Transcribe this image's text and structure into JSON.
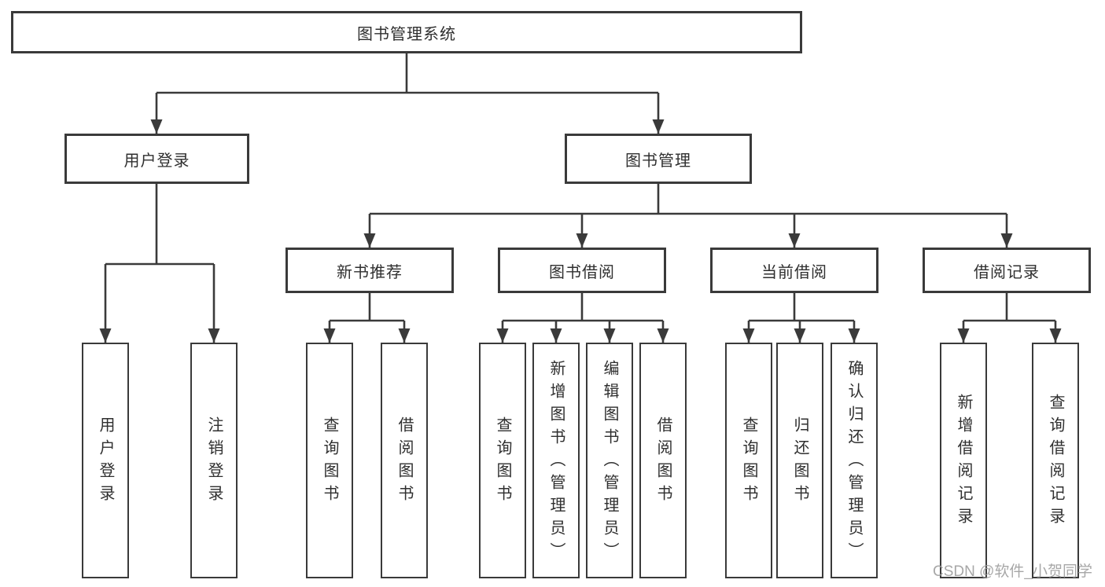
{
  "diagram": {
    "type": "hierarchy-tree",
    "root": "图书管理系统",
    "level2": {
      "user_login": "用户登录",
      "book_mgmt": "图书管理"
    },
    "level3": {
      "new_books": "新书推荐",
      "borrowing": "图书借阅",
      "current": "当前借阅",
      "records": "借阅记录"
    },
    "leaves": {
      "user_login": [
        "用户登录",
        "注销登录"
      ],
      "new_books": [
        "查询图书",
        "借阅图书"
      ],
      "borrowing": [
        "查询图书",
        "新增图书（管理员）",
        "编辑图书（管理员）",
        "借阅图书"
      ],
      "current": [
        "查询图书",
        "归还图书",
        "确认归还（管理员）"
      ],
      "records": [
        "新增借阅记录",
        "查询借阅记录"
      ]
    }
  },
  "watermark": "CSDN @软件_小贺同学",
  "colors": {
    "line": "#3a3a3a",
    "text": "#2f2f2f",
    "watermark": "#9b9b9b",
    "background": "#ffffff"
  }
}
